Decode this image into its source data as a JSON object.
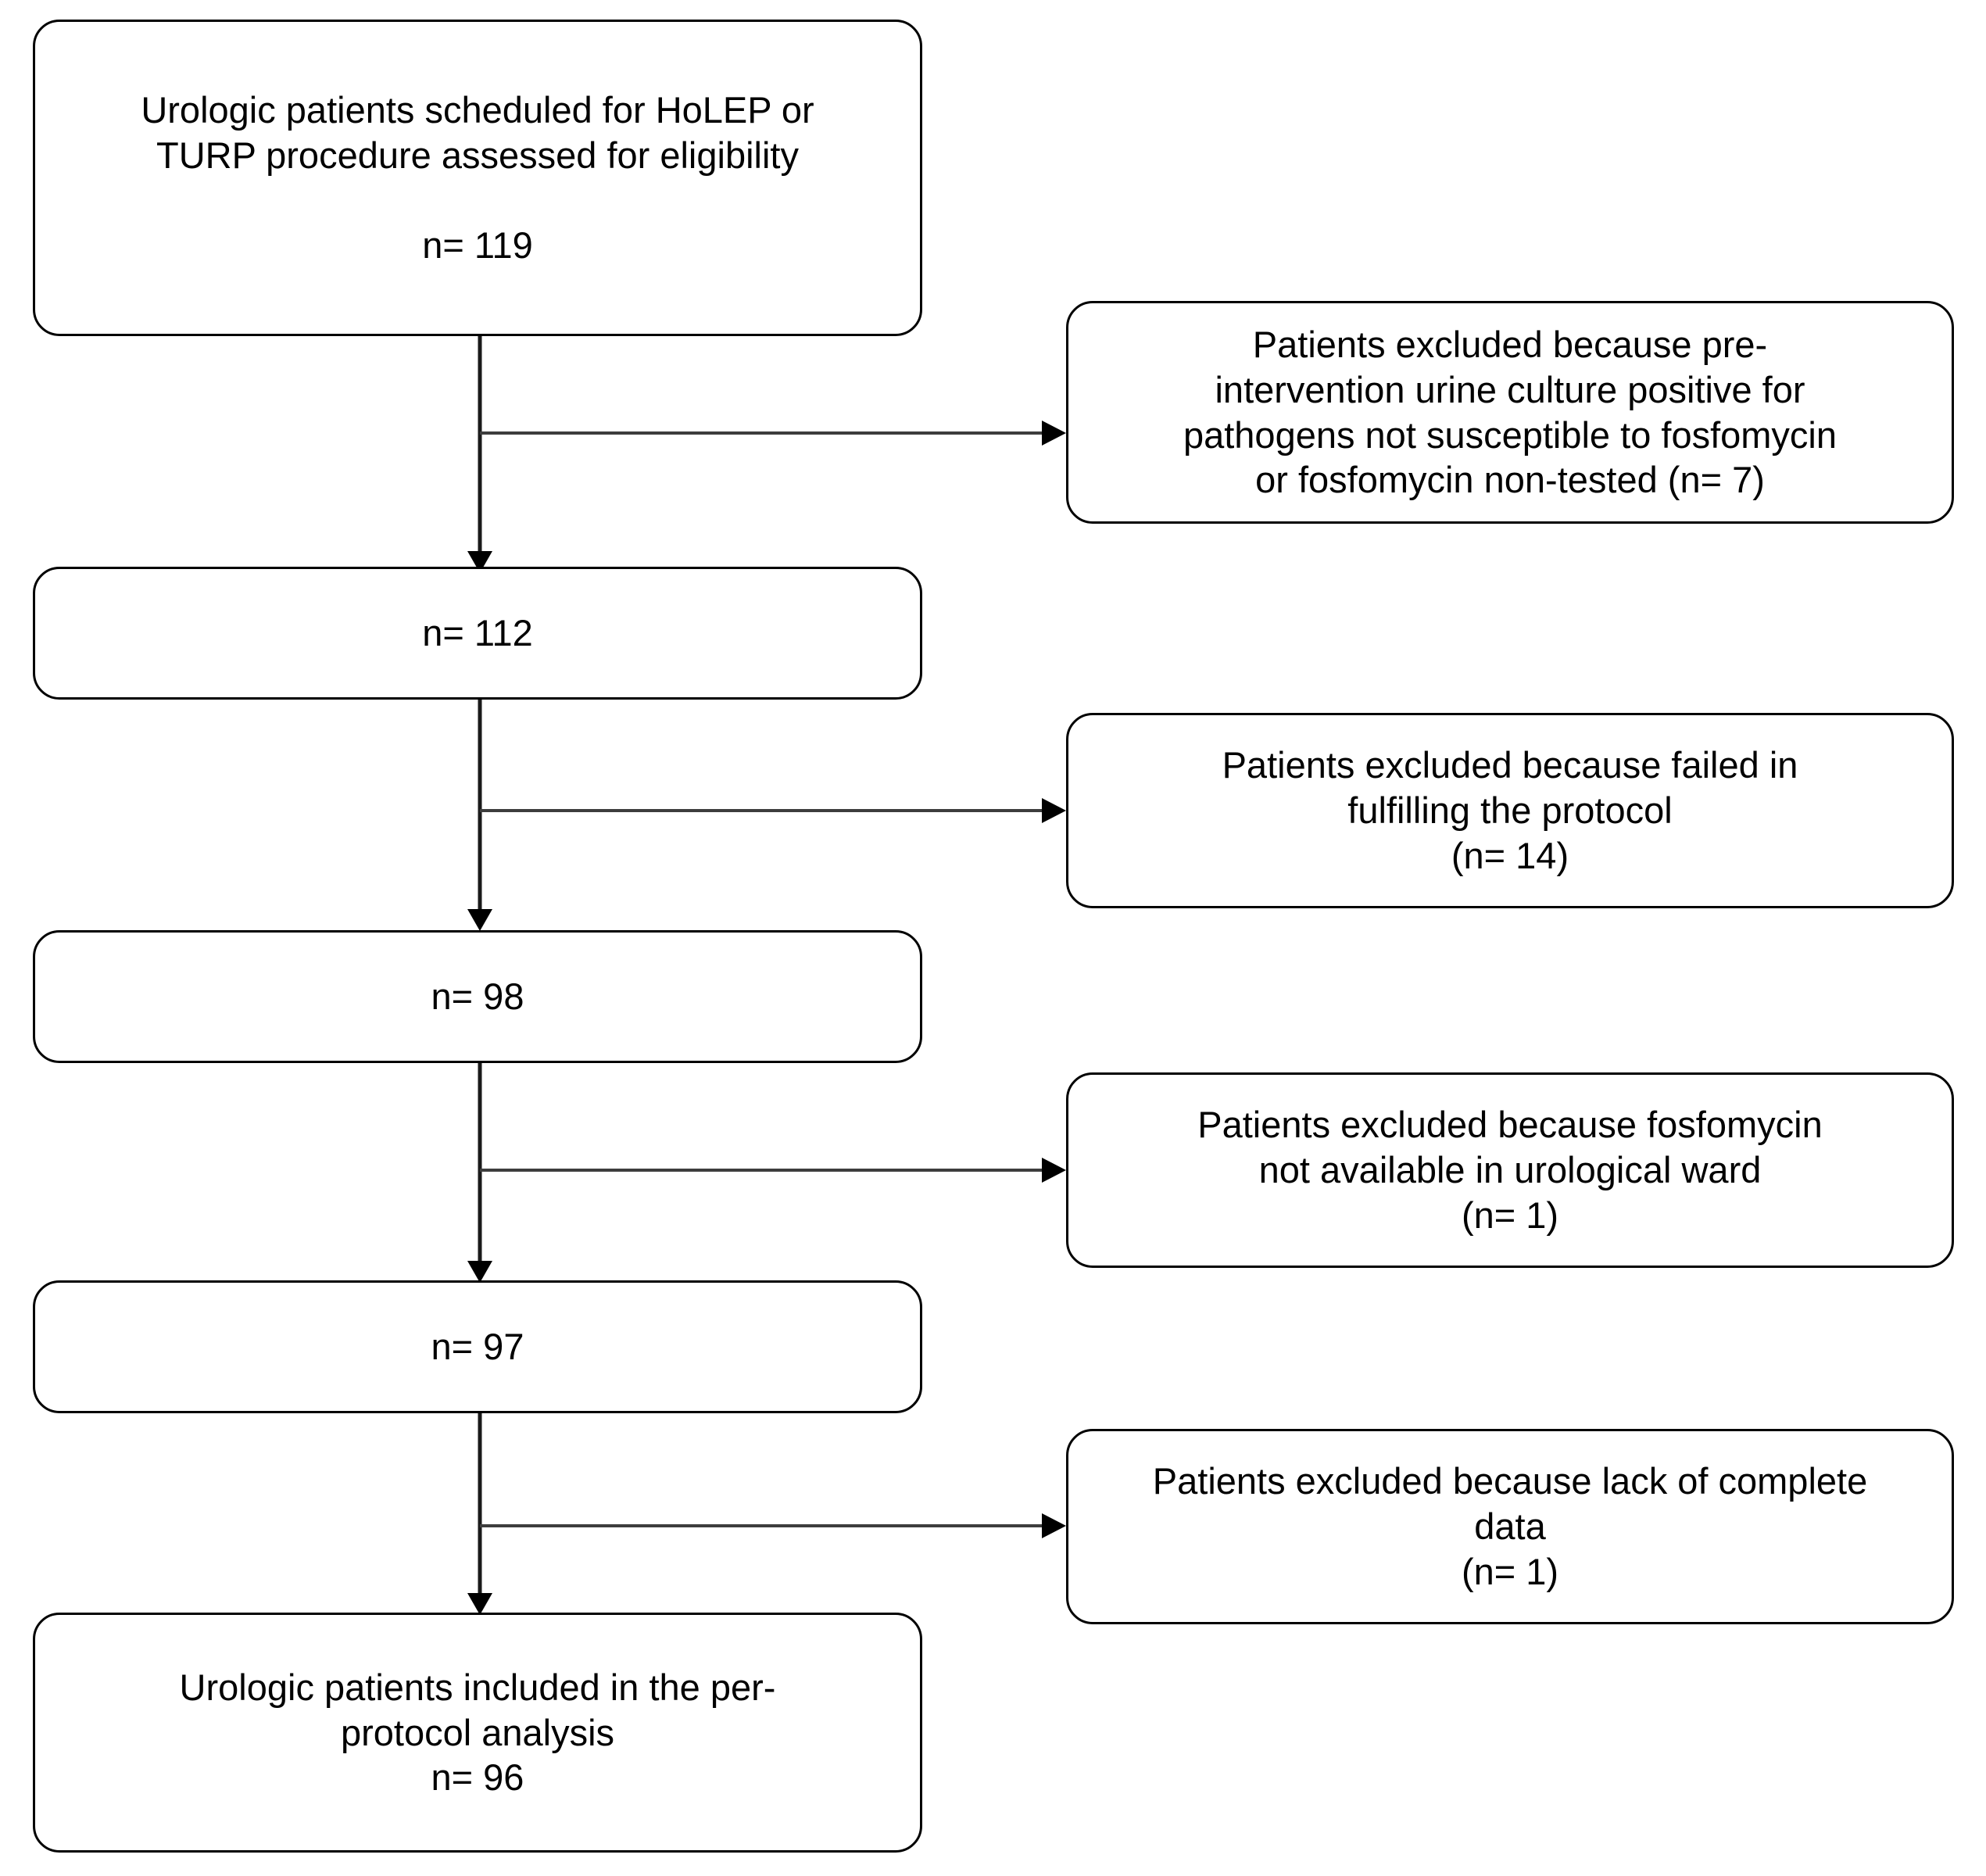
{
  "diagram": {
    "title": "CONSORT-style participant flow diagram",
    "type": "flowchart",
    "stroke_color": "#000000",
    "background_color": "#ffffff"
  },
  "main_nodes": [
    {
      "id": "enrolled",
      "label": "Urologic patients scheduled for HoLEP or\nTURP procedure assessed for eligibility\n\nn= 119",
      "n_label": "n= 119",
      "count": 119
    },
    {
      "id": "after-exclusion-1",
      "label": "n= 112",
      "n_label": "n= 112",
      "count": 112
    },
    {
      "id": "after-exclusion-2",
      "label": "n= 98",
      "n_label": "n= 98",
      "count": 98
    },
    {
      "id": "after-exclusion-3",
      "label": "n= 97",
      "n_label": "n= 97",
      "count": 97
    },
    {
      "id": "analyzed",
      "label": "Urologic patients included in the per-\nprotocol analysis\nn= 96",
      "n_label": "n= 96",
      "count": 96
    }
  ],
  "exclusion_nodes": [
    {
      "id": "exclusion-1",
      "label": "Patients excluded because pre-\nintervention  urine  culture  positive for\npathogens not susceptible to fosfomycin\nor fosfomycin non-tested (n= 7)",
      "count": 7
    },
    {
      "id": "exclusion-2",
      "label": "Patients excluded because failed in\nfulfilling  the protocol\n(n= 14)",
      "count": 14
    },
    {
      "id": "exclusion-3",
      "label": "Patients excluded because fosfomycin\nnot available in urological ward\n(n= 1)",
      "count": 1
    },
    {
      "id": "exclusion-4",
      "label": "Patients excluded because lack of complete\ndata\n(n= 1)",
      "count": 1
    }
  ]
}
